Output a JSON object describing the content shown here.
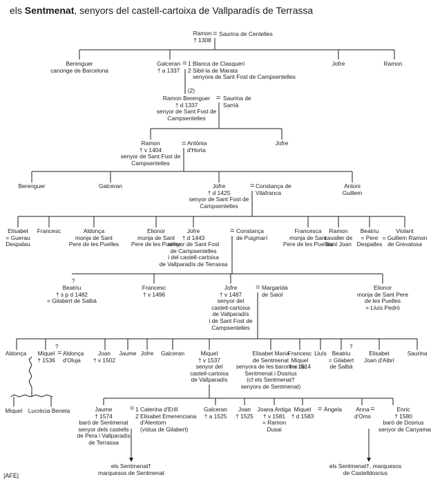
{
  "title": {
    "prefix": "els",
    "family": "Sentmenat",
    "rest": ", senyors del castell-cartoixa de Vallparadís de Terrassa"
  },
  "credit": "|AFE|",
  "marks": {
    "eq": "=",
    "q": "?"
  },
  "persons": {
    "ramon1": "Ramon\n† 1308",
    "saurina_centelles": "Saurina de Centelles",
    "berenguer1": "Berenguer\ncanonge de Barcelona",
    "galceran1": "Galceran\n† a 1337",
    "wives_galceran1": "1 Blanca de Clasquerí\n2 Sibil·la de Marata\n   senyora de Sant Fost de Campsentelles",
    "jofre1": "Jofre",
    "ramon_top": "Ramon",
    "note2": "(2)",
    "ramon_berenguer": "Ramon Berenguer\n† d 1337\nsenyor de Sant Fost de\nCampsentelles",
    "saurina_sarria": "Saurina de\nSarrià",
    "ramon2": "Ramon\n† v 1404\nsenyor de Sant Fost de\nCampsentelles",
    "antonia_horta": "Antònia\nd'Horta",
    "jofre2": "Jofre",
    "berenguer2": "Berenguer",
    "galceran2": "Galceran",
    "jofre3": "Jofre\n† d 1425\nsenyor de Sant Fost de\nCampsentelles",
    "constanca_vilafranca": "Constança de\nVilafranca",
    "antoni_guillem": "Antoni\nGuillem",
    "elisabet1": "Elisabet\n= Guerau\nDespalau",
    "francesc1": "Francesc",
    "aldonca1": "Aldonça\nmonja de Sant\nPere de les Puelles",
    "elionor1": "Elionor\nmonja de Sant\nPere de les Puelles",
    "jofre4": "Jofre\n† d 1443\nsenyor de Sant Fost\nde Campsentelles\ni del castell-cartoixa\nde Vallparadís de Terrassa",
    "constanca_puigmari": "Constança\nde Puigmarí",
    "francesca": "Francesca\nmonja de Sant\nPere de les Puelles",
    "ramon3": "Ramon\ncavaller de\nSant Joan",
    "beatriu1": "Beatriu\n= Pere\nDespalles",
    "violant": "Violant\n= Guillem Ramon\nde Grevalosa",
    "beatriu2": "Beatriu\n† s p d 1482\n= Gilabert de Salbà",
    "francesc2": "Francesc\n† v 1496",
    "jofre5": "Jofre\n† v 1487\nsenyor del\ncastell-cartoixa\nde Vallparadís\ni de Sant Fost de\nCampsentelles",
    "margarida_saiol": "Margarida\nde Saiol",
    "elionor2": "Elionor\nmonja de Sant Pere\nde les Puelles\n= Lluís Pedró",
    "aldonca2": "Aldonça",
    "miquel1": "Miquel\n† 1536",
    "aldonca_oluja": "Aldonça\nd'Oluja",
    "joan1": "Joan\n† v 1502",
    "jaume1": "Jaume",
    "jofre6": "Jofre",
    "galceran3": "Galceran",
    "miquel2": "Miquel\n† v 1537\nsenyor del\ncastell-cartoixa\nde Vallparadís",
    "elisabet_maria": "Elisabet Maria\nde Sentmenat\nsenyora de les baronies de\nSentmenat i Dosrius\n(cf els Sentmenat†\nsenyors de Sentmenat)",
    "francesc3": "Francesc\nMiquel\n† v 1514",
    "lluis": "Lluís",
    "beatriu3": "Beatriu\n= Gilabert\nde Salbà",
    "elisabet3": "Elisabet\nJoan d'Aibrí",
    "saurina2": "Saurina",
    "miquel_bot": "Miquel",
    "lucrecia": "Lucrècia Beneta",
    "jaume2": "Jaume\n† 1574\nbaró de Sentmenat\nsenyor dels castells\nde Pera i Vallparadís\nde Terrassa",
    "wives_jaume": "1 Caterina d'Erill\n2 Elisabet Emerenciana\n   d'Alentorn\n   (vídua de Gilabert)",
    "galceran4": "Galceran\n† a 1525",
    "joan2": "Joan\n† 1525",
    "joana_antiga": "Joana Antiga\n† v 1581\n= Ramon\nDusai",
    "miquel3": "Miquel\n† d 1583",
    "angela": "Àngela",
    "anna_oms": "Anna\nd'Oms",
    "enric": "Enric\n† 1580\nbaró de Dosrius\nsenyor de Canyamars",
    "ref_sentmenat": "els Sentmenat†\nmarquesos de Sentmenat",
    "ref_castelldosrius": "els Sentmenat†, marquesos\nde Castelldosrius"
  }
}
